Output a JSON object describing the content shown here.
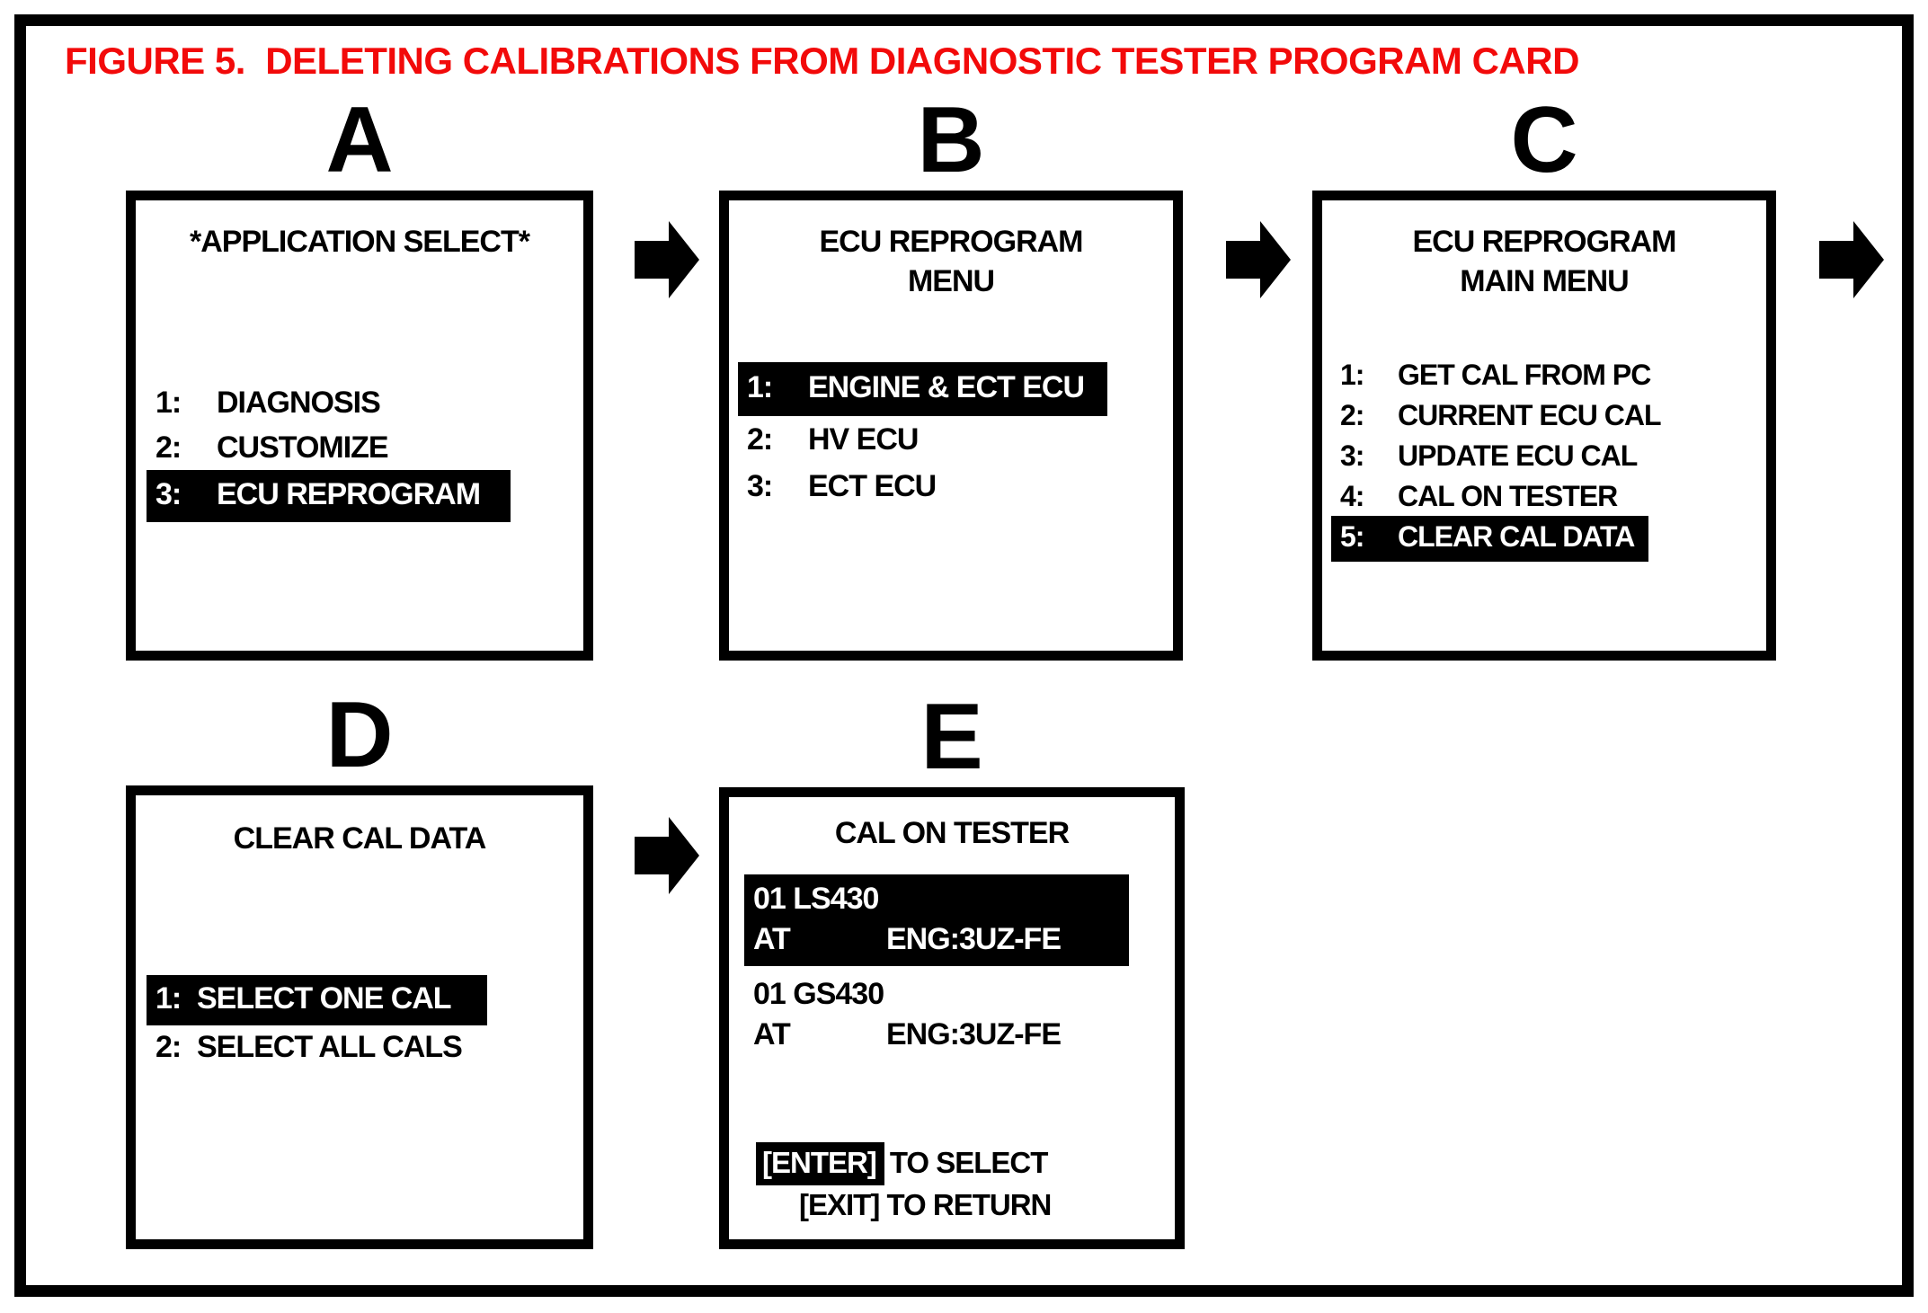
{
  "figure": {
    "title": "FIGURE 5.  DELETING CALIBRATIONS FROM DIAGNOSTIC TESTER PROGRAM CARD",
    "title_color": "#f20a0a",
    "ink_color": "#000000",
    "highlight_style": "white-text-on-black-bar"
  },
  "icons": {
    "flow_arrow": "right-block-arrow"
  },
  "screens": {
    "a": {
      "label": "A",
      "header": "*APPLICATION SELECT*",
      "items": [
        {
          "num": "1:",
          "text": "DIAGNOSIS",
          "highlighted": false
        },
        {
          "num": "2:",
          "text": "CUSTOMIZE",
          "highlighted": false
        },
        {
          "num": "3:",
          "text": "ECU REPROGRAM",
          "highlighted": true
        }
      ]
    },
    "b": {
      "label": "B",
      "header_line1": "ECU REPROGRAM",
      "header_line2": "MENU",
      "items": [
        {
          "num": "1:",
          "text": "ENGINE & ECT ECU",
          "highlighted": true
        },
        {
          "num": "2:",
          "text": "HV ECU",
          "highlighted": false
        },
        {
          "num": "3:",
          "text": "ECT ECU",
          "highlighted": false
        }
      ]
    },
    "c": {
      "label": "C",
      "header_line1": "ECU REPROGRAM",
      "header_line2": "MAIN MENU",
      "items": [
        {
          "num": "1:",
          "text": "GET CAL FROM PC",
          "highlighted": false
        },
        {
          "num": "2:",
          "text": "CURRENT ECU CAL",
          "highlighted": false
        },
        {
          "num": "3:",
          "text": "UPDATE ECU CAL",
          "highlighted": false
        },
        {
          "num": "4:",
          "text": "CAL ON TESTER",
          "highlighted": false
        },
        {
          "num": "5:",
          "text": "CLEAR CAL DATA",
          "highlighted": true
        }
      ]
    },
    "d": {
      "label": "D",
      "header": "CLEAR CAL DATA",
      "items": [
        {
          "num": "1:",
          "text": "SELECT ONE CAL",
          "highlighted": true
        },
        {
          "num": "2:",
          "text": "SELECT ALL CALS",
          "highlighted": false
        }
      ]
    },
    "e": {
      "label": "E",
      "header": "CAL ON TESTER",
      "cals": [
        {
          "line1": "01 LS430",
          "col1": "AT",
          "col2": "ENG:3UZ-FE",
          "highlighted": true
        },
        {
          "line1": "01 GS430",
          "col1": "AT",
          "col2": "ENG:3UZ-FE",
          "highlighted": false
        }
      ],
      "footer": {
        "enter_key": "[ENTER]",
        "enter_text": "TO SELECT",
        "exit_line": "[EXIT] TO RETURN"
      }
    }
  }
}
